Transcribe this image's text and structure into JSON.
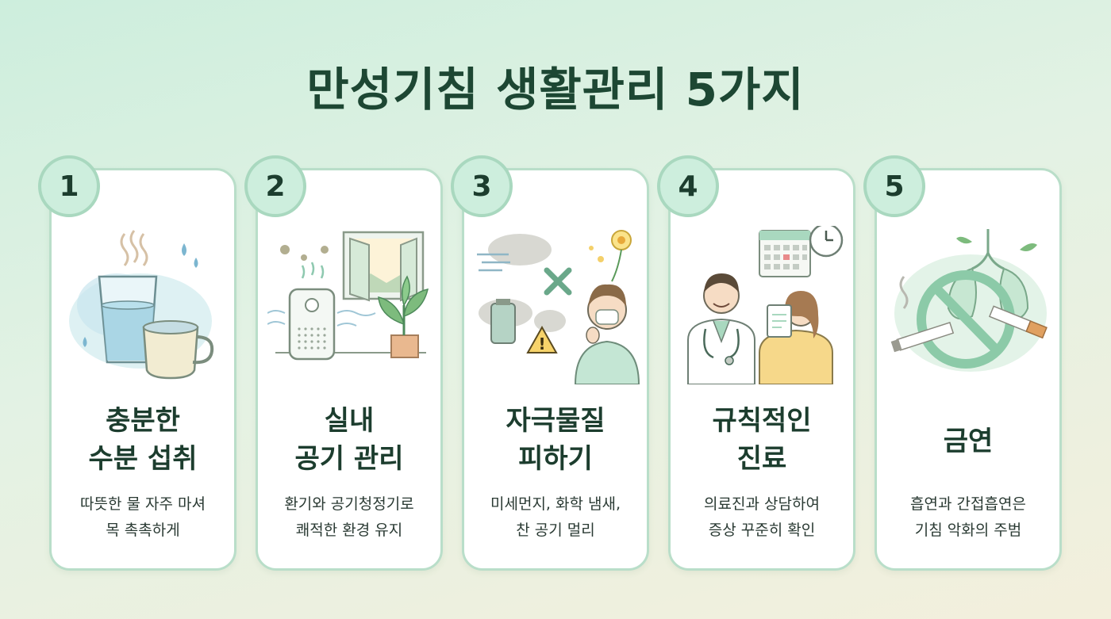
{
  "title": "만성기침 생활관리 5가지",
  "cards": [
    {
      "number": "1",
      "title_lines": [
        "충분한",
        "수분 섭취"
      ],
      "desc_lines": [
        "따뜻한 물 자주 마셔",
        "목 촉촉하게"
      ],
      "icon": "water-cup-icon"
    },
    {
      "number": "2",
      "title_lines": [
        "실내",
        "공기 관리"
      ],
      "desc_lines": [
        "환기와 공기청정기로",
        "쾌적한 환경 유지"
      ],
      "icon": "air-purifier-icon"
    },
    {
      "number": "3",
      "title_lines": [
        "자극물질",
        "피하기"
      ],
      "desc_lines": [
        "미세먼지, 화학 냄새,",
        "찬 공기 멀리"
      ],
      "icon": "masked-person-icon"
    },
    {
      "number": "4",
      "title_lines": [
        "규칙적인",
        "진료"
      ],
      "desc_lines": [
        "의료진과 상담하여",
        "증상 꾸준히 확인"
      ],
      "icon": "doctor-consultation-icon"
    },
    {
      "number": "5",
      "title_lines": [
        "금연"
      ],
      "desc_lines": [
        "흡연과 간접흡연은",
        "기침 악화의 주범"
      ],
      "icon": "no-smoking-icon"
    }
  ],
  "colors": {
    "accent": "#1d4733",
    "badge": "#cdeedd",
    "border": "#b9dec9"
  }
}
